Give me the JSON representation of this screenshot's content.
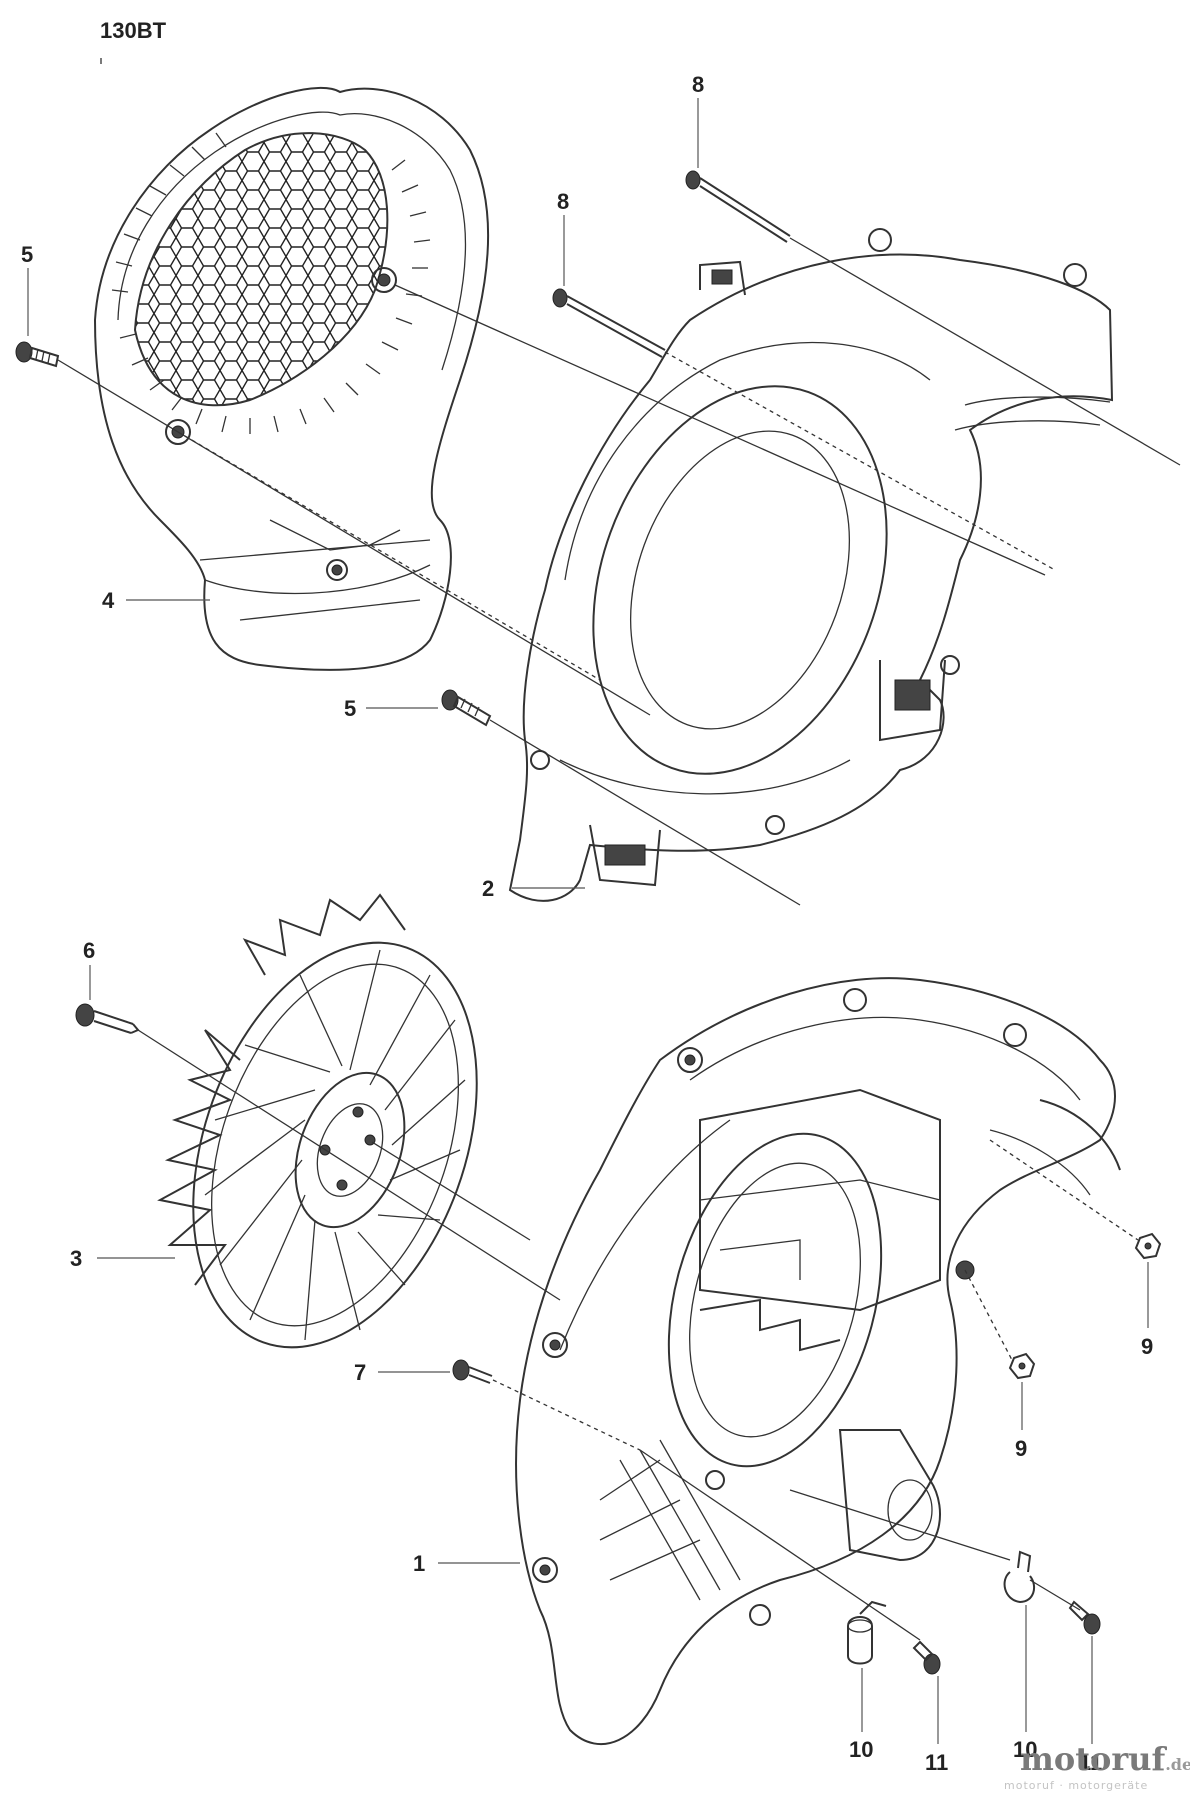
{
  "diagram": {
    "model": "130BT",
    "callouts": [
      {
        "id": "c1",
        "text": "1"
      },
      {
        "id": "c2",
        "text": "2"
      },
      {
        "id": "c3",
        "text": "3"
      },
      {
        "id": "c4",
        "text": "4"
      },
      {
        "id": "c5a",
        "text": "5"
      },
      {
        "id": "c5b",
        "text": "5"
      },
      {
        "id": "c6",
        "text": "6"
      },
      {
        "id": "c7",
        "text": "7"
      },
      {
        "id": "c8a",
        "text": "8"
      },
      {
        "id": "c8b",
        "text": "8"
      },
      {
        "id": "c9a",
        "text": "9"
      },
      {
        "id": "c9b",
        "text": "9"
      },
      {
        "id": "c10a",
        "text": "10"
      },
      {
        "id": "c10b",
        "text": "10"
      },
      {
        "id": "c11a",
        "text": "11"
      },
      {
        "id": "c11b",
        "text": "11"
      }
    ]
  },
  "watermark": {
    "brand": "motoruf",
    "tld": ".de",
    "tagline": "motoruf · motorgeräte"
  }
}
